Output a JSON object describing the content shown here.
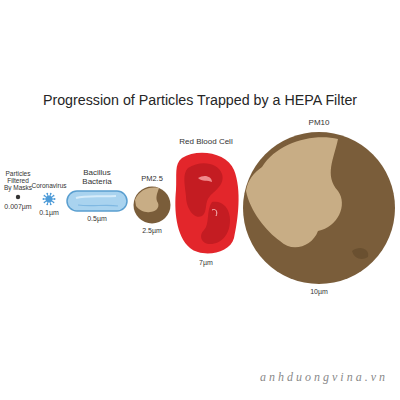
{
  "diagram": {
    "title": "Progression of Particles Trapped by a HEPA Filter",
    "nodes": [
      {
        "text": [
          "Particles Filtered By Masks",
          "0.007µm"
        ]
      },
      {
        "text": [
          "Coronavirus",
          "0.1µm"
        ]
      },
      {
        "text": [
          "Bacillus Bacteria",
          "0.5µm"
        ]
      },
      {
        "text": [
          "PM2.5",
          "2.5µm"
        ]
      },
      {
        "text": [
          "Red Blood Cell",
          "7µm"
        ]
      },
      {
        "text": [
          "PM10",
          "10µm"
        ]
      }
    ],
    "labels": [
      "anhduongvina.vn"
    ]
  }
}
